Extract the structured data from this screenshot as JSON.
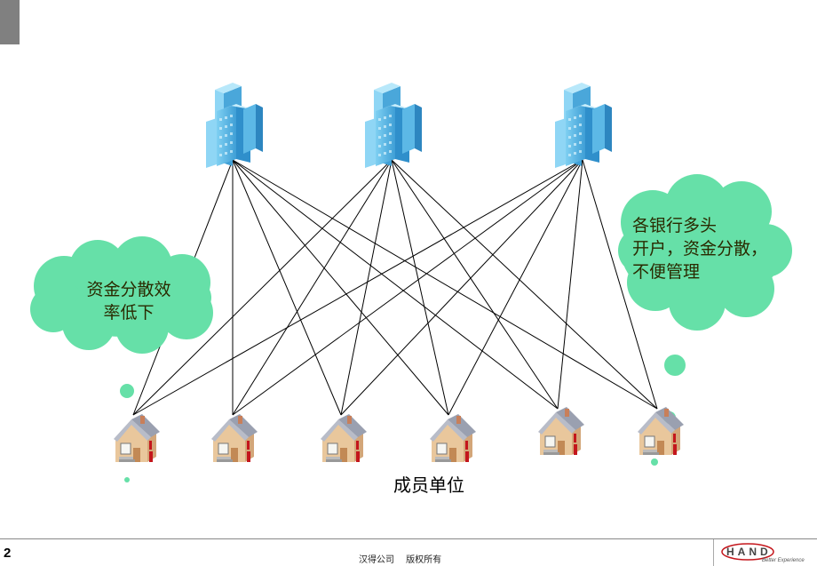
{
  "cloud_left": {
    "line1": "资金分散效",
    "line2": "率低下"
  },
  "cloud_right": {
    "line1": "各银行多头",
    "line2": "开户，资金分散，",
    "line3": "不便管理"
  },
  "caption": "成员单位",
  "page_number": "2",
  "footer": "汉得公司　  版权所有",
  "logo": {
    "brand": "HAND",
    "tagline": "Better Experience"
  },
  "colors": {
    "cloud_fill": "#66e0a8",
    "building": "#5cb8e6",
    "house_roof": "#b8bcc8",
    "house_wall": "#e9c79c",
    "accent_red": "#c4161c"
  }
}
